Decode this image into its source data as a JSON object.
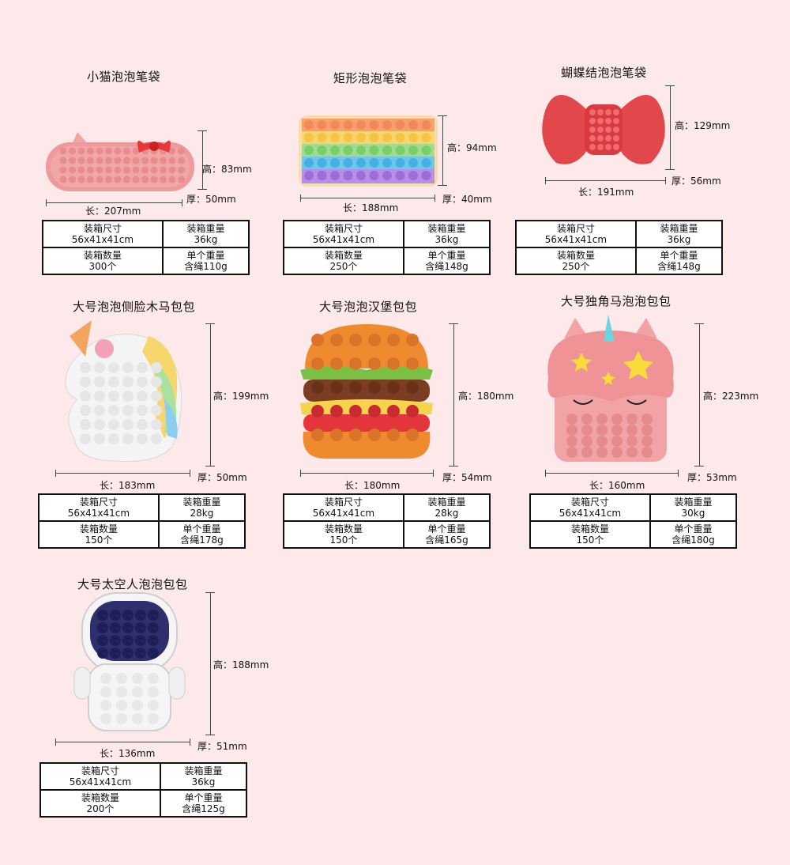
{
  "labels": {
    "box_size": "装箱尺寸",
    "box_weight": "装箱重量",
    "box_qty": "装箱数量",
    "unit_weight": "单个重量"
  },
  "products": [
    {
      "title": "小猫泡泡笔袋",
      "height": "高：83mm",
      "length": "长：207mm",
      "thick": "厚：50mm",
      "box_size": "56x41x41cm",
      "box_weight": "36kg",
      "box_qty": "300个",
      "unit_weight": "含绳110g",
      "icon": "cat-pencil-case-icon"
    },
    {
      "title": "矩形泡泡笔袋",
      "height": "高：94mm",
      "length": "长：188mm",
      "thick": "厚：40mm",
      "box_size": "56x41x41cm",
      "box_weight": "36kg",
      "box_qty": "250个",
      "unit_weight": "含绳148g",
      "icon": "rainbow-pencil-case-icon"
    },
    {
      "title": "蝴蝶结泡泡笔袋",
      "height": "高：129mm",
      "length": "长：191mm",
      "thick": "厚：56mm",
      "box_size": "56x41x41cm",
      "box_weight": "36kg",
      "box_qty": "250个",
      "unit_weight": "含绳148g",
      "icon": "bow-pencil-case-icon"
    },
    {
      "title": "大号泡泡侧脸木马包包",
      "height": "高：199mm",
      "length": "长：183mm",
      "thick": "厚：50mm",
      "box_size": "56x41x41cm",
      "box_weight": "28kg",
      "box_qty": "150个",
      "unit_weight": "含绳178g",
      "icon": "unicorn-side-bag-icon"
    },
    {
      "title": "大号泡泡汉堡包包",
      "height": "高：180mm",
      "length": "长：180mm",
      "thick": "厚：54mm",
      "box_size": "56x41x41cm",
      "box_weight": "28kg",
      "box_qty": "150个",
      "unit_weight": "含绳165g",
      "icon": "burger-bag-icon"
    },
    {
      "title": "大号独角马泡泡包包",
      "height": "高：223mm",
      "length": "长：160mm",
      "thick": "厚：53mm",
      "box_size": "56x41x41cm",
      "box_weight": "30kg",
      "box_qty": "150个",
      "unit_weight": "含绳180g",
      "icon": "unicorn-front-bag-icon"
    },
    {
      "title": "大号太空人泡泡包包",
      "height": "高：188mm",
      "length": "长：136mm",
      "thick": "厚：51mm",
      "box_size": "56x41x41cm",
      "box_weight": "36kg",
      "box_qty": "200个",
      "unit_weight": "含绳125g",
      "icon": "astronaut-bag-icon"
    }
  ]
}
